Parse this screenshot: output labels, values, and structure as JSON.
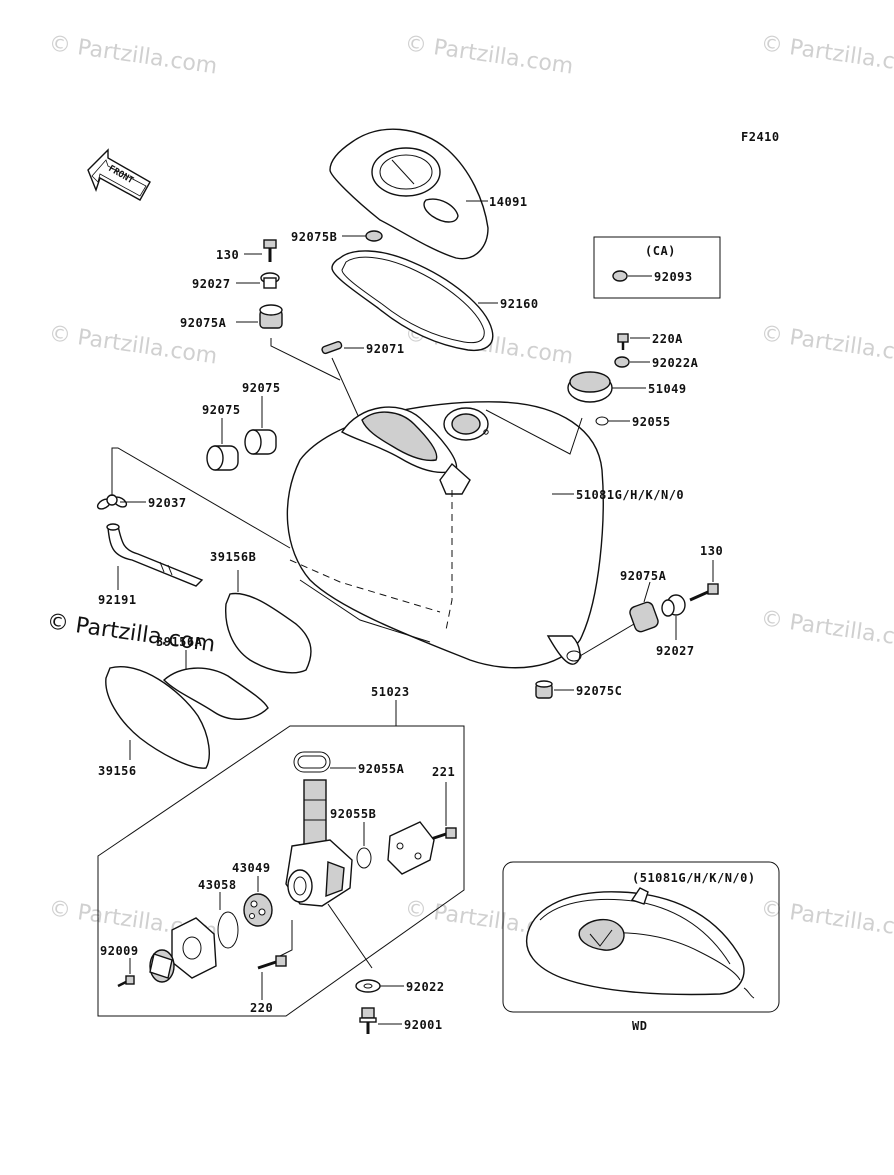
{
  "figure_code": "F2410",
  "front_label": "FRONT",
  "watermark": "© Partzilla.com",
  "inset_ca": {
    "title": "(CA)",
    "part": "92093"
  },
  "inset_wd": {
    "title": "(51081G/H/K/N/0)",
    "caption": "WD"
  },
  "parts": {
    "p14091": "14091",
    "p92075B": "92075B",
    "p130a": "130",
    "p92027a": "92027",
    "p92160": "92160",
    "p92075Aa": "92075A",
    "p92071": "92071",
    "p220A": "220A",
    "p92022A": "92022A",
    "p51049": "51049",
    "p92075a": "92075",
    "p92075b": "92075",
    "p92055": "92055",
    "p51081": "51081G/H/K/N/0",
    "p92037": "92037",
    "p39156B": "39156B",
    "p92191": "92191",
    "p130b": "130",
    "p92075Ab": "92075A",
    "p92027b": "92027",
    "p39156A": "39156A",
    "p92075C": "92075C",
    "p51023": "51023",
    "p39156": "39156",
    "p92055A": "92055A",
    "p221": "221",
    "p92055B": "92055B",
    "p43049": "43049",
    "p43058": "43058",
    "p92009": "92009",
    "p92022": "92022",
    "p220": "220",
    "p92001": "92001"
  }
}
